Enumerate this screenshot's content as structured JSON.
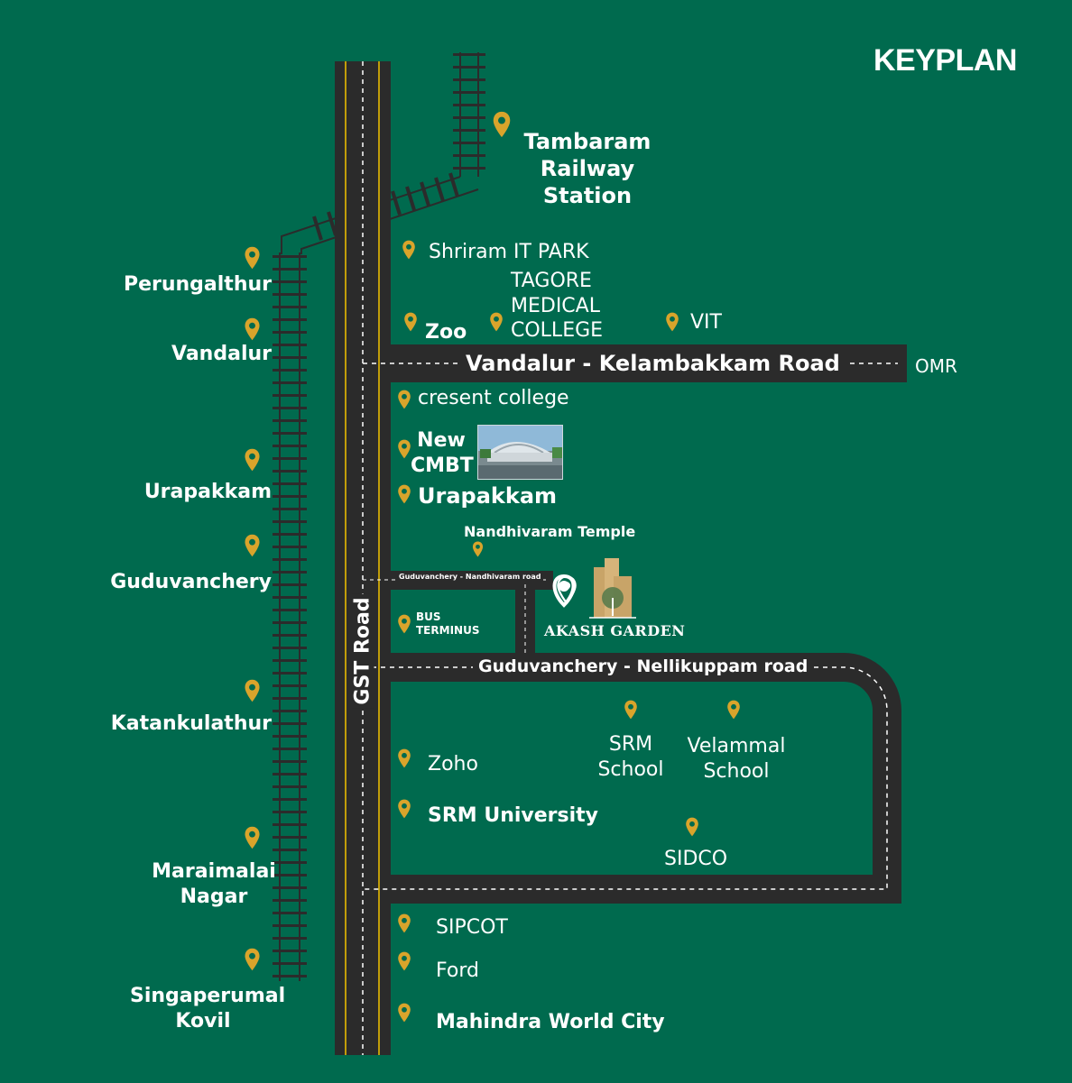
{
  "title": "KEYPLAN",
  "roads": {
    "gst": "GST Road",
    "vandalur_kelambakkam": "Vandalur - Kelambakkam Road",
    "omr": "OMR",
    "guduvanchery_nandhivaram": "Guduvanchery - Nandhivaram road",
    "guduvanchery_nellikuppam": "Guduvanchery - Nellikuppam road"
  },
  "stations": [
    "Perungalthur",
    "Vandalur",
    "Urapakkam",
    "Guduvanchery",
    "Katankulathur",
    "Maraimalai Nagar",
    "Singaperumal Kovil"
  ],
  "landmarks": {
    "tambaram": "Tambaram Railway Station",
    "shriram": "Shriram IT PARK",
    "zoo": "Zoo",
    "tagore": "TAGORE MEDICAL COLLEGE",
    "vit": "VIT",
    "crescent": "cresent college",
    "new_cmbt": "New CMBT",
    "urapakkam_east": "Urapakkam",
    "nandhivaram_temple": "Nandhivaram Temple",
    "bus_terminus": "BUS TERMINUS",
    "project": "AKASH GARDEN",
    "srm_school": "SRM School",
    "velammal": "Velammal School",
    "zoho": "Zoho",
    "srm_univ": "SRM University",
    "sidco": "SIDCO",
    "sipcot": "SIPCOT",
    "ford": "Ford",
    "mahindra": "Mahindra World City"
  },
  "colors": {
    "background": "#006a4e",
    "road": "#2b2b2b",
    "pin": "#d9a42b",
    "text": "#ffffff",
    "gst_center_line": "#f2c300"
  },
  "icons": {
    "pin": "map-pin-icon",
    "project_pin": "location-pin-icon",
    "project_logo": "akash-garden-logo",
    "cmbt_photo": "new-cmbt-photo"
  }
}
